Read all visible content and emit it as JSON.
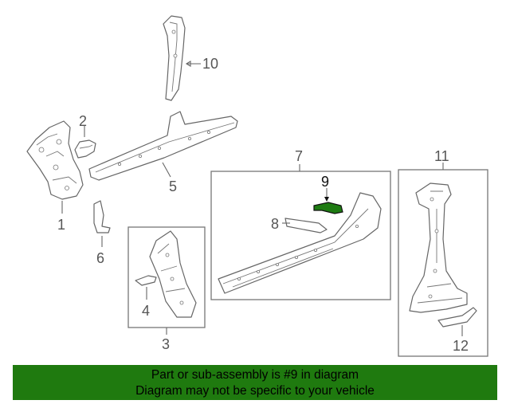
{
  "callouts": {
    "c1": "1",
    "c2": "2",
    "c3": "3",
    "c4": "4",
    "c5": "5",
    "c6": "6",
    "c7": "7",
    "c8": "8",
    "c9": "9",
    "c10": "10",
    "c11": "11",
    "c12": "12"
  },
  "highlight": {
    "part": "9",
    "color": "#1e7b12"
  },
  "banner": {
    "line1": "Part or sub-assembly is #9 in diagram",
    "line2": "Diagram may not be specific to your vehicle",
    "background": "#1f7a0f"
  }
}
